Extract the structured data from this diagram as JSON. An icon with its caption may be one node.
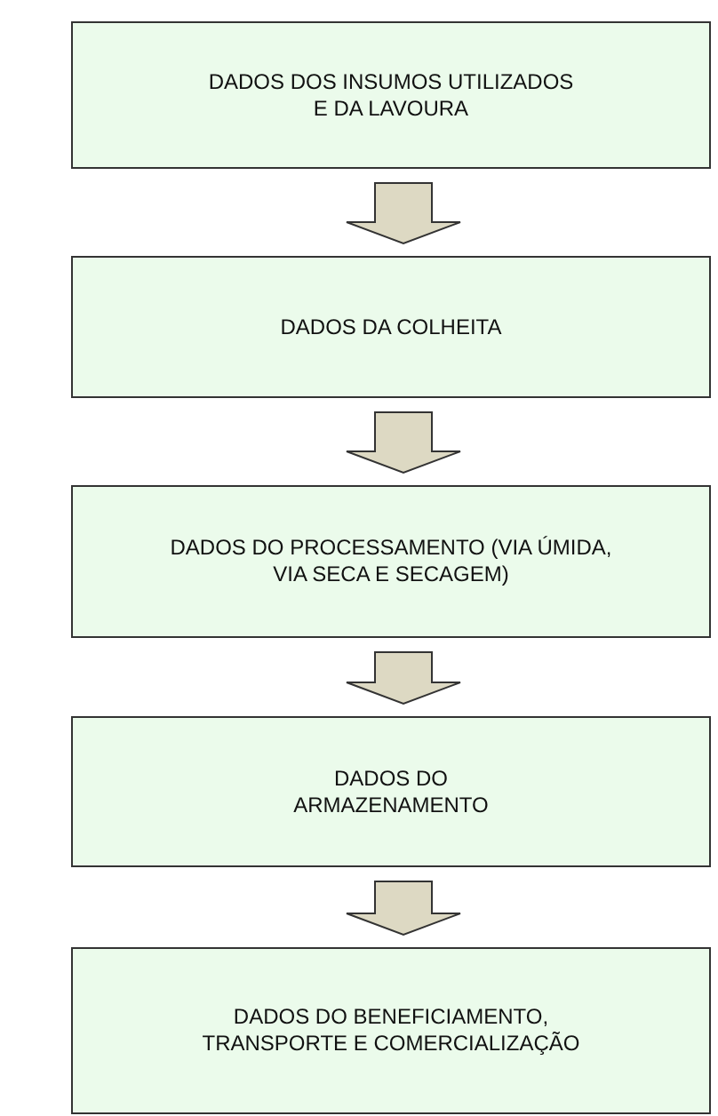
{
  "diagram": {
    "nodes": [
      {
        "text": [
          "DADOS DOS INSUMOS UTILIZADOS E DA LAVOURA"
        ]
      },
      {
        "text": [
          "DADOS DA COLHEITA"
        ]
      },
      {
        "text": [
          "DADOS DO PROCESSAMENTO (VIA ÚMIDA, VIA SECA  E SECAGEM)"
        ]
      },
      {
        "text": [
          "DADOS DO ARMAZENAMENTO"
        ]
      },
      {
        "text": [
          "DADOS DO BENEFICIAMENTO, TRANSPORTE E COMERCIALIZAÇÃO"
        ]
      }
    ],
    "edges": [
      {
        "from": 0,
        "to": 1,
        "arrow": "to"
      },
      {
        "from": 1,
        "to": 2,
        "arrow": "to"
      },
      {
        "from": 2,
        "to": 3,
        "arrow": "to"
      },
      {
        "from": 3,
        "to": 4,
        "arrow": "to"
      }
    ]
  }
}
